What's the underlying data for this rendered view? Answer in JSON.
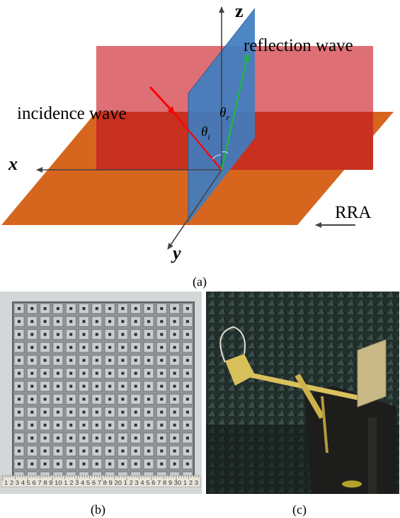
{
  "figure": {
    "axes": {
      "x": "x",
      "y": "y",
      "z": "z"
    },
    "labels": {
      "incidence": "incidence wave",
      "reflection": "reflection wave",
      "rra": "RRA",
      "theta_i": "θ",
      "theta_i_sub": "i",
      "theta_r": "θ",
      "theta_r_sub": "r"
    },
    "captions": {
      "a": "(a)",
      "b": "(b)",
      "c": "(c)"
    },
    "ruler_text": "1 2 3 4 5 6 7 8 9 10 1 2 3 4 5 6 7 8 9 20 1 2 3 4 5 6 7 8 9 30 1 2 3",
    "colors": {
      "floor": "#d6651e",
      "red_plane": "#d9464f",
      "red_overlap": "#c8301f",
      "blue_plane": "#3f7dc0",
      "incidence_arrow": "#ff0000",
      "reflection_arrow": "#22b24a",
      "panel_c_bg": "#2a3a36"
    }
  }
}
